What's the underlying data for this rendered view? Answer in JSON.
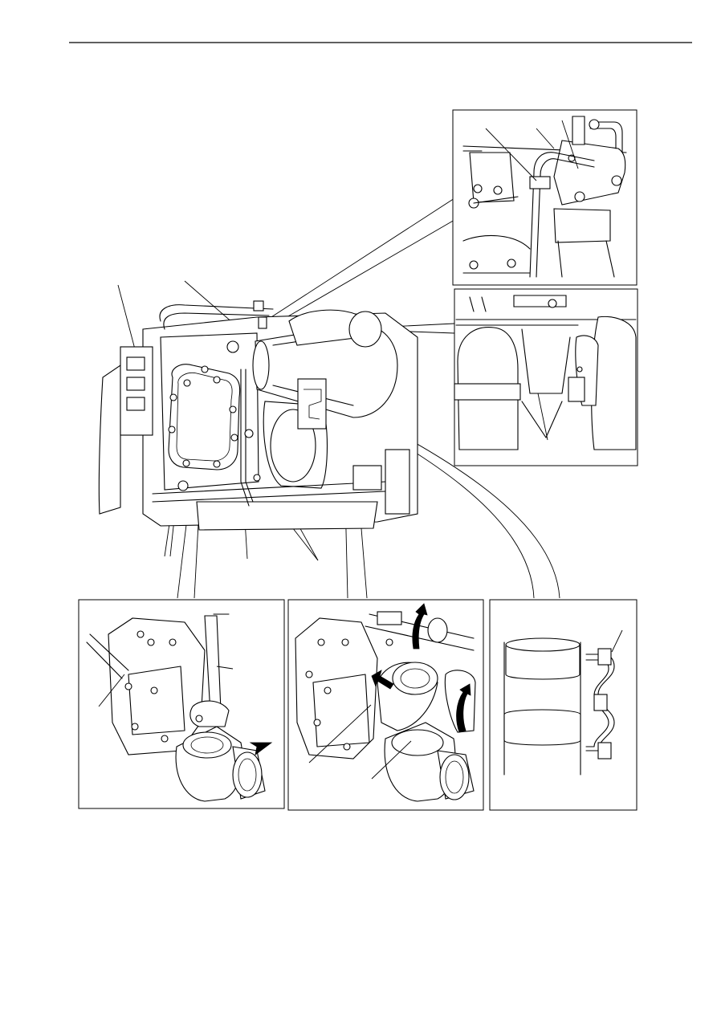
{
  "document": {
    "header_rule": true,
    "figure": {
      "main_view": "engine-turbocharger-assembly",
      "detail_panels": [
        {
          "id": "detail-top-right",
          "icon": "bracket-pipe-detail"
        },
        {
          "id": "detail-middle-right",
          "icon": "elbow-clamp-detail"
        },
        {
          "id": "detail-bottom-left",
          "icon": "wrench-turbo-detail"
        },
        {
          "id": "detail-bottom-center",
          "icon": "elbow-removal-detail"
        },
        {
          "id": "detail-bottom-right",
          "icon": "clamp-band-detail"
        }
      ]
    }
  }
}
